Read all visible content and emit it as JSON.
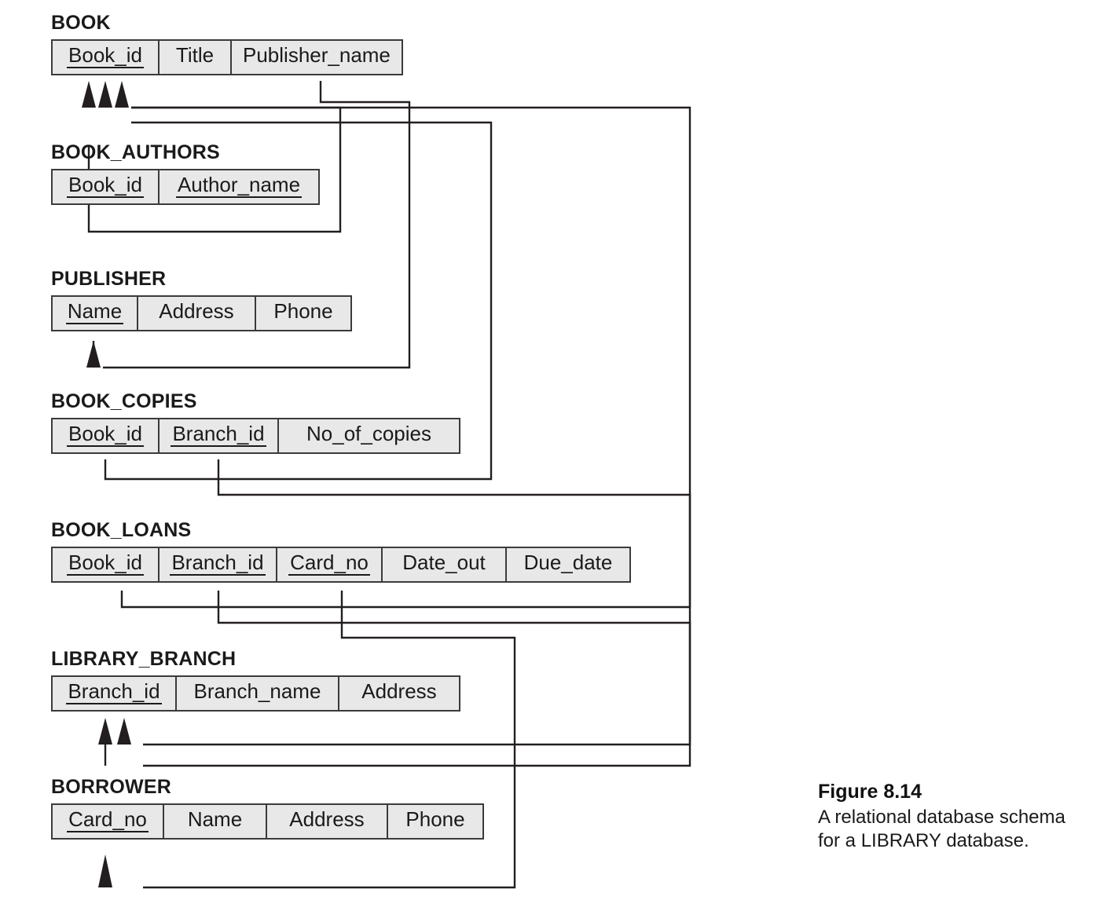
{
  "figure": {
    "number": "Figure 8.14",
    "caption": "A relational database schema for a LIBRARY database."
  },
  "diagram": {
    "type": "relational-database-schema",
    "notation": "referential integrity arrows; underlined attributes are primary keys",
    "relations": [
      {
        "name": "BOOK",
        "attributes": [
          {
            "label": "Book_id",
            "primary_key": true
          },
          {
            "label": "Title",
            "primary_key": false
          },
          {
            "label": "Publisher_name",
            "primary_key": false
          }
        ]
      },
      {
        "name": "BOOK_AUTHORS",
        "attributes": [
          {
            "label": "Book_id",
            "primary_key": true
          },
          {
            "label": "Author_name",
            "primary_key": true
          }
        ]
      },
      {
        "name": "PUBLISHER",
        "attributes": [
          {
            "label": "Name",
            "primary_key": true
          },
          {
            "label": "Address",
            "primary_key": false
          },
          {
            "label": "Phone",
            "primary_key": false
          }
        ]
      },
      {
        "name": "BOOK_COPIES",
        "attributes": [
          {
            "label": "Book_id",
            "primary_key": true
          },
          {
            "label": "Branch_id",
            "primary_key": true
          },
          {
            "label": "No_of_copies",
            "primary_key": false
          }
        ]
      },
      {
        "name": "BOOK_LOANS",
        "attributes": [
          {
            "label": "Book_id",
            "primary_key": true
          },
          {
            "label": "Branch_id",
            "primary_key": true
          },
          {
            "label": "Card_no",
            "primary_key": true
          },
          {
            "label": "Date_out",
            "primary_key": false
          },
          {
            "label": "Due_date",
            "primary_key": false
          }
        ]
      },
      {
        "name": "LIBRARY_BRANCH",
        "attributes": [
          {
            "label": "Branch_id",
            "primary_key": true
          },
          {
            "label": "Branch_name",
            "primary_key": false
          },
          {
            "label": "Address",
            "primary_key": false
          }
        ]
      },
      {
        "name": "BORROWER",
        "attributes": [
          {
            "label": "Card_no",
            "primary_key": true
          },
          {
            "label": "Name",
            "primary_key": false
          },
          {
            "label": "Address",
            "primary_key": false
          },
          {
            "label": "Phone",
            "primary_key": false
          }
        ]
      }
    ],
    "foreign_keys": [
      {
        "from_relation": "BOOK",
        "from_attribute": "Publisher_name",
        "to_relation": "PUBLISHER",
        "to_attribute": "Name"
      },
      {
        "from_relation": "BOOK_AUTHORS",
        "from_attribute": "Book_id",
        "to_relation": "BOOK",
        "to_attribute": "Book_id"
      },
      {
        "from_relation": "BOOK_COPIES",
        "from_attribute": "Book_id",
        "to_relation": "BOOK",
        "to_attribute": "Book_id"
      },
      {
        "from_relation": "BOOK_COPIES",
        "from_attribute": "Branch_id",
        "to_relation": "LIBRARY_BRANCH",
        "to_attribute": "Branch_id"
      },
      {
        "from_relation": "BOOK_LOANS",
        "from_attribute": "Book_id",
        "to_relation": "BOOK",
        "to_attribute": "Book_id"
      },
      {
        "from_relation": "BOOK_LOANS",
        "from_attribute": "Branch_id",
        "to_relation": "LIBRARY_BRANCH",
        "to_attribute": "Branch_id"
      },
      {
        "from_relation": "BOOK_LOANS",
        "from_attribute": "Card_no",
        "to_relation": "BORROWER",
        "to_attribute": "Card_no"
      }
    ]
  }
}
